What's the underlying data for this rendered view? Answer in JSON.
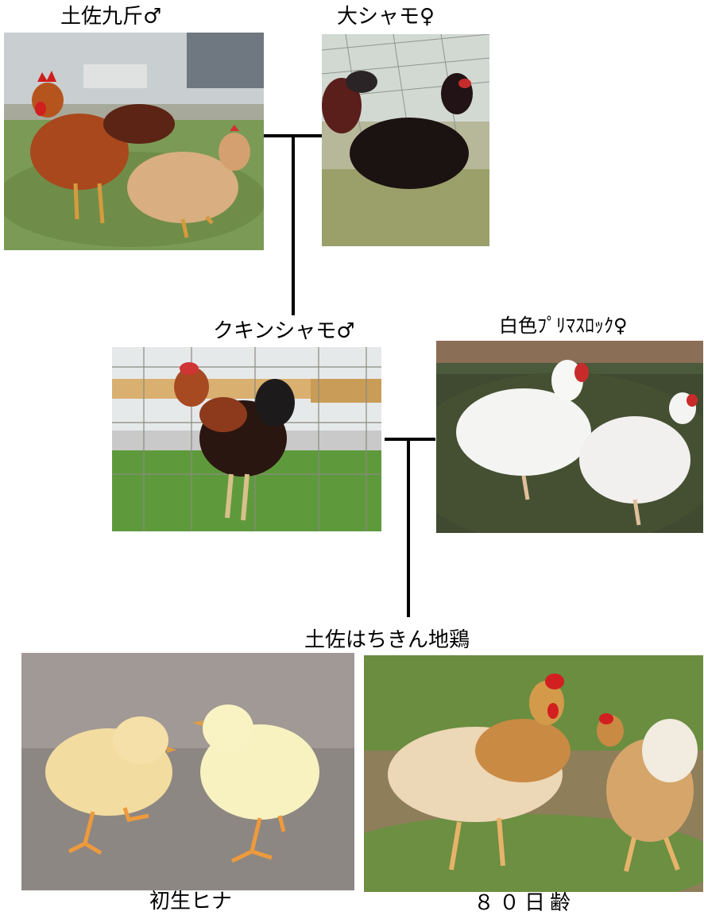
{
  "labels": {
    "sire_top": "土佐九斤♂",
    "dam_top": "大シャモ♀",
    "sire_mid": "クキンシャモ♂",
    "dam_mid": "白色ﾌﾟﾘﾏｽﾛｯｸ♀",
    "product": "土佐はちきん地鶏",
    "chick": "初生ヒナ",
    "age": "８０日齢"
  }
}
